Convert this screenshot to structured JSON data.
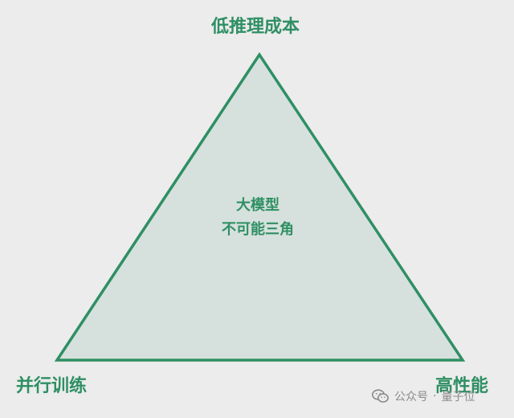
{
  "diagram": {
    "title_top": "低推理成本",
    "bottom_left": "并行训练",
    "bottom_right": "高性能",
    "center_line_1": "大模型",
    "center_line_2": "不可能三角"
  },
  "watermark": {
    "prefix": "公众号",
    "separator": "·",
    "name": "量子位"
  },
  "colors": {
    "background": "#ececec",
    "triangle_fill": "#d6e1dd",
    "triangle_stroke": "#2f8f64",
    "text": "#2f8f64",
    "watermark": "#8a8a8a"
  },
  "icons": {
    "watermark_logo": "wechat-icon"
  }
}
